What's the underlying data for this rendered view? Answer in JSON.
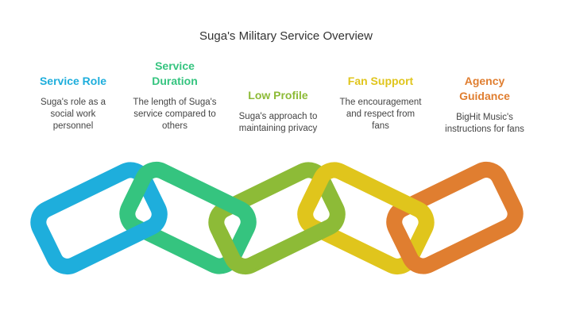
{
  "title": "Suga's Military Service Overview",
  "items": [
    {
      "heading": [
        "Service Role"
      ],
      "desc": [
        "Suga's role as a",
        "social work",
        "personnel"
      ],
      "color": "#1EAEDC"
    },
    {
      "heading": [
        "Service",
        "Duration"
      ],
      "desc": [
        "The length of Suga's",
        "service compared to",
        "others"
      ],
      "color": "#35C47F"
    },
    {
      "heading": [
        "Low Profile"
      ],
      "desc": [
        "Suga's approach to",
        "maintaining privacy"
      ],
      "color": "#8DBB37"
    },
    {
      "heading": [
        "Fan Support"
      ],
      "desc": [
        "The encouragement",
        "and respect from",
        "fans"
      ],
      "color": "#E0C51C"
    },
    {
      "heading": [
        "Agency",
        "Guidance"
      ],
      "desc": [
        "BigHit Music's",
        "instructions for fans"
      ],
      "color": "#E07E30"
    }
  ]
}
